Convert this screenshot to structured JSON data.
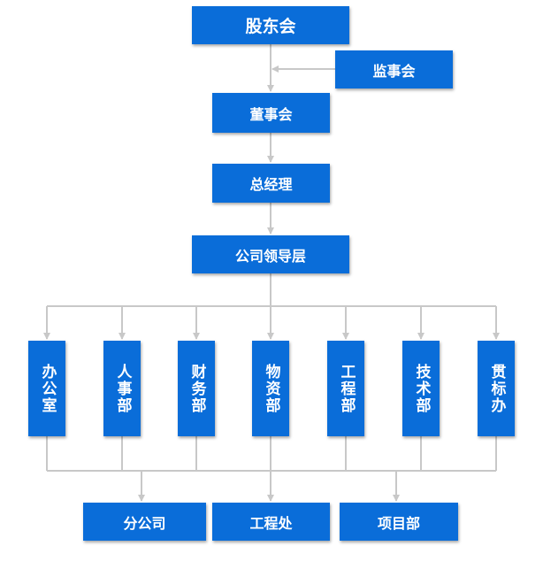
{
  "nodes": {
    "shareholders": "股东会",
    "supervisors": "监事会",
    "board": "董事会",
    "gm": "总经理",
    "leadership": "公司领导层",
    "departments": [
      "办公室",
      "人事部",
      "财务部",
      "物资部",
      "工程部",
      "技术部",
      "贯标办"
    ],
    "branches": [
      "分公司",
      "工程处",
      "项目部"
    ]
  },
  "colors": {
    "box": "#0A6DD9",
    "line": "#C8C8C8",
    "text": "#FFFFFF"
  }
}
